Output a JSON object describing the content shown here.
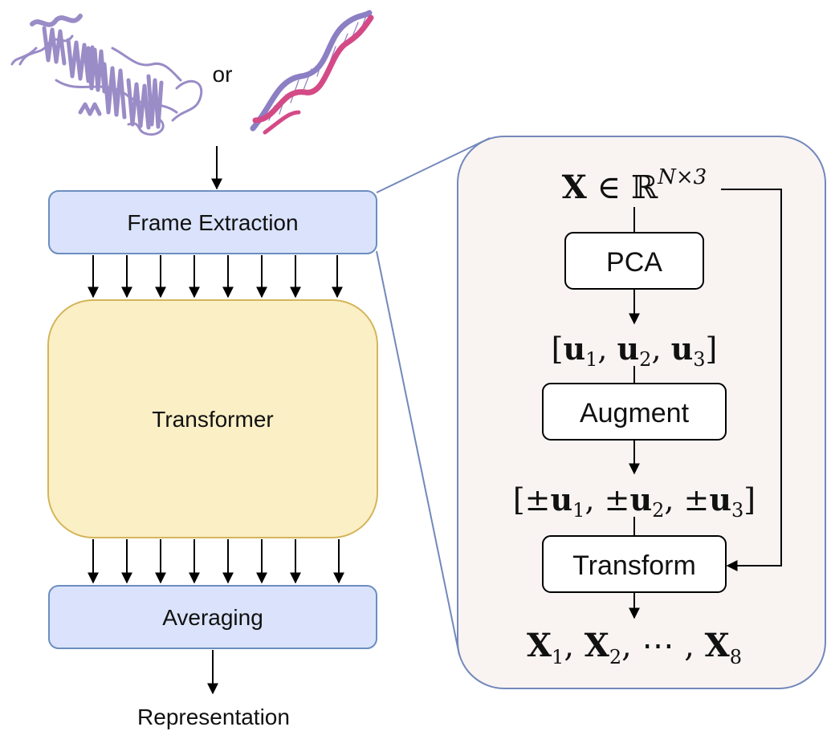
{
  "input": {
    "connector": "or"
  },
  "left_pipeline": {
    "frame_extraction": "Frame Extraction",
    "transformer": "Transformer",
    "averaging": "Averaging",
    "output": "Representation"
  },
  "detail_panel": {
    "input_expr": {
      "bold": "X",
      "rel": " ∈ ℝ",
      "sup": "N×3"
    },
    "pca": "PCA",
    "pca_output": {
      "open": "[",
      "vectors": [
        "u",
        "u",
        "u"
      ],
      "subs": [
        "1",
        "2",
        "3"
      ],
      "close": "]"
    },
    "augment": "Augment",
    "augment_output": {
      "open": "[",
      "sign": "±",
      "vectors": [
        "u",
        "u",
        "u"
      ],
      "subs": [
        "1",
        "2",
        "3"
      ],
      "close": "]"
    },
    "transform": "Transform",
    "final_output": {
      "vectors": [
        "X",
        "X",
        "X"
      ],
      "subs": [
        "1",
        "2",
        "8"
      ],
      "ellipsis": "⋯"
    }
  },
  "colors": {
    "blue_box_fill": "#dae3fb",
    "blue_box_stroke": "#6c8ebf",
    "transformer_fill": "#fbefc6",
    "transformer_stroke": "#d4b55a",
    "panel_fill": "#f9f4f2",
    "panel_stroke": "#7388bb",
    "protein": "#9a8cc6",
    "dna_pink": "#d44a86",
    "dna_blue": "#8c7fc4"
  }
}
